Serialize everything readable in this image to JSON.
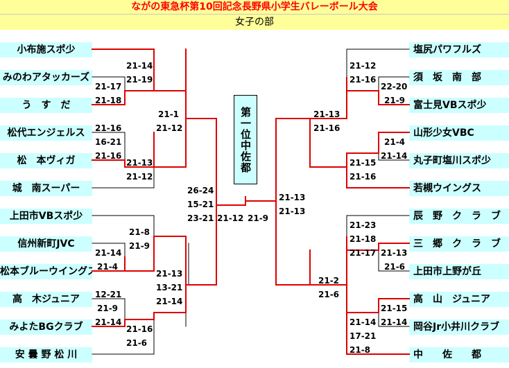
{
  "title": "ながの東急杯第10回記念長野県小学生バレーボール大会",
  "subtitle": "女子の部",
  "champion_label": "第一位中佐都",
  "left_teams": [
    "小布施スポ少",
    "みのわアタッカーズ",
    "う　す　だ",
    "松代エンジェルス",
    "松　本ヴィガ",
    "城　南スーパー",
    "上田市VBスポ少",
    "信州新町JVC",
    "松本ブルーウイングス",
    "高　木ジュニア",
    "みよたBGクラブ",
    "安 曇 野 松 川"
  ],
  "right_teams": [
    "塩尻パワフルズ",
    "須　坂　南　部",
    "富士見VBスポ少",
    "山形少女VBC",
    "丸子町塩川スポ少",
    "若槻ウイングス",
    "辰　野　ク　ラ　ブ",
    "三　郷　ク　ラ　ブ",
    "上田市上野が丘",
    "高　山　ジュニア",
    "岡谷Jr小井川クラブ",
    "中　　佐　　都"
  ],
  "scores": [
    "21-14",
    "21-19",
    "21-17",
    "21-18",
    "21-1",
    "21-12",
    "21-16",
    "16-21",
    "21-16",
    "21-13",
    "21-12",
    "26-24",
    "15-21",
    "23-21",
    "21-12",
    "21-9",
    "21-8",
    "21-9",
    "21-14",
    "21-4",
    "21-13",
    "13-21",
    "21-14",
    "12-21",
    "21-9",
    "21-14",
    "21-16",
    "21-6",
    "21-12",
    "21-16",
    "22-20",
    "21-9",
    "21-13",
    "21-16",
    "21-4",
    "21-14",
    "21-15",
    "21-16",
    "21-13",
    "21-13",
    "21-23",
    "21-18",
    "21-17",
    "21-13",
    "21-6",
    "21-2",
    "21-6",
    "21-15",
    "21-14",
    "21-14",
    "17-21",
    "21-8"
  ],
  "colors": {
    "header_bg": "#ffff99",
    "title_text": "#ff0000",
    "team_bg": "#ccffff",
    "winner_line": "#dd0000",
    "loser_line": "#000000"
  }
}
